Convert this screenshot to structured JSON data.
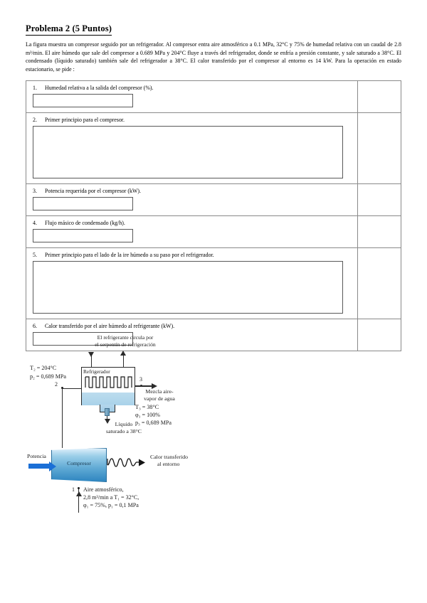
{
  "document": {
    "title": "Problema 2 (5 Puntos)",
    "statement": "La figura muestra un compresor seguido por un refrigerador. Al compresor entra aire atmosférico a 0.1 MPa, 32°C y 75% de humedad relativa con un caudal de 2.8 m³/min. El aire húmedo que sale del compresor a 0.689 MPa y 204°C fluye a través del refrigerador, donde se enfría a presión constante, y sale saturado a 38°C. El condensado (líquido saturado) también sale del refrigerador a 38°C. El calor transferido por el compresor al entorno es 14 kW. Para la operación en estado estacionario, se pide :"
  },
  "questions": [
    {
      "num": "1.",
      "text": "Humedad relativa a la salida del compresor (%).",
      "answer": "",
      "box": "small"
    },
    {
      "num": "2.",
      "text": "Primer principio para el compresor.",
      "answer": "",
      "box": "wide"
    },
    {
      "num": "3.",
      "text": "Potencia requerida por el compresor (kW).",
      "answer": "",
      "box": "small"
    },
    {
      "num": "4.",
      "text": "Flujo másico de condensado (kg/h).",
      "answer": "",
      "box": "small"
    },
    {
      "num": "5.",
      "text": "Primer principio para el lado de la ire húmedo a su paso por el refrigerador.",
      "answer": "",
      "box": "wide"
    },
    {
      "num": "6.",
      "text": "Calor transferido por el aire húmedo al refrigerante (kW).",
      "answer": "",
      "box": "small"
    }
  ],
  "figure": {
    "coil_caption_line1": "El refrigerante circula por",
    "coil_caption_line2": "el serpentín de refrigeración",
    "refrigerator_label": "Refrigerador",
    "compressor_label": "Compresor",
    "power_label": "Potencia",
    "heat_out_line1": "Calor transferido",
    "heat_out_line2": "al entorno",
    "state2_number": "2",
    "state2_T": "T₂ = 204°C",
    "state2_p": "p₂ = 0,689 MPa",
    "state3_number": "3",
    "mixture_line1": "Mezcla aire-",
    "mixture_line2": "vapor de agua",
    "state3_T": "T₃ = 38°C",
    "state3_phi": "φ₃ = 100%",
    "state3_p": "p₃ = 0,689 MPa",
    "liquid_line1": "Líquido",
    "liquid_line2": "saturado a 38°C",
    "state1_number": "1",
    "state1_line1": "Aire atmosférico,",
    "state1_line2": "2,8 m³/min a T₁ = 32°C,",
    "state1_line3": "φ₁ = 75%, p₁ = 0,1 MPa"
  },
  "colors": {
    "liquid": "#b4d7ec",
    "compressor": "#5fa9d4",
    "power_arrow": "#1b6fd6",
    "table_border": "#8a8a8a",
    "input_border": "#595959"
  }
}
